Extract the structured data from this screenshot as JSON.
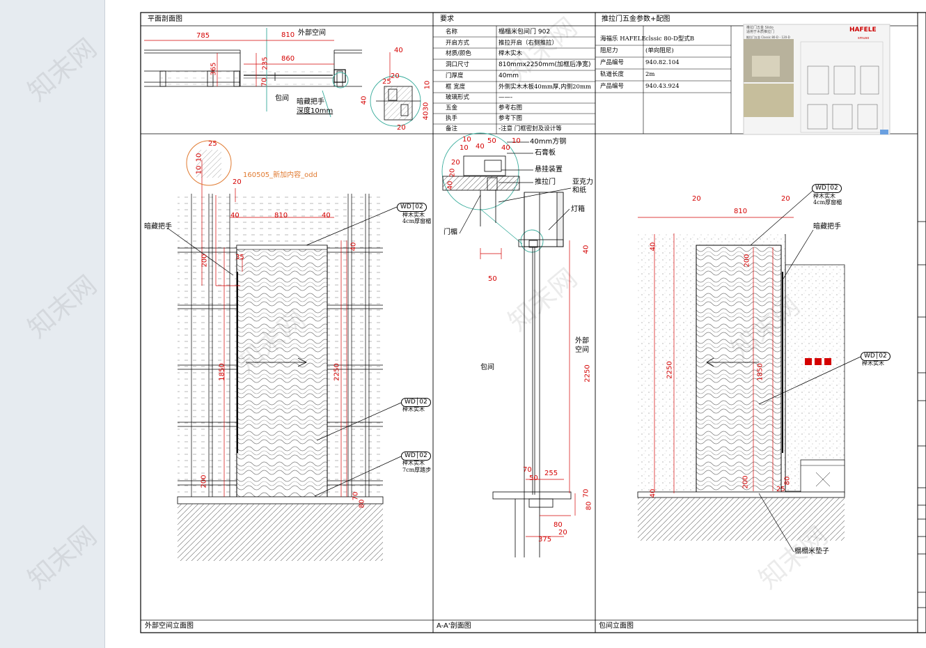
{
  "watermark": "知末网",
  "panels": {
    "plan_section": "平面剖面图",
    "requirements": "要求",
    "hardware": "推拉门五金参数+配图",
    "outside_elevation": "外部空间立面图",
    "section": "A-A'剖面图",
    "room_elevation": "包间立面图"
  },
  "requirements_table": [
    {
      "label": "名称",
      "value": "榻榻米包间门 902"
    },
    {
      "label": "开启方式",
      "value": "推拉开启（右侧推拉）"
    },
    {
      "label": "材质/颜色",
      "value": "榉木实木"
    },
    {
      "label": "洞口尺寸",
      "value": "810mmx2250mm(加框后净宽)"
    },
    {
      "label": "门厚度",
      "value": "40mm"
    },
    {
      "label": "框 宽度",
      "value": "外侧实木木板40mm厚,内侧20mm"
    },
    {
      "label": "玻璃形式",
      "value": "——-"
    },
    {
      "label": "五金",
      "value": "参考右图"
    },
    {
      "label": "执手",
      "value": "参考下图"
    },
    {
      "label": "备注",
      "value": "-注意 门框密封及设计等"
    }
  ],
  "hardware_table": [
    {
      "label": "海福乐 HAFELE",
      "value": "clssic 80-D型式B"
    },
    {
      "label": "阻尼力",
      "value": "(单向阻尼)"
    },
    {
      "label": "产品编号",
      "value": "940.82.104"
    },
    {
      "label": "轨道长度",
      "value": "2m"
    },
    {
      "label": "产品编号",
      "value": "940.43.924"
    }
  ],
  "brochure": {
    "brand": "HAFELE",
    "line1": "推拉门五金 Slido",
    "line2": "适用于木质推拉门",
    "line3": "推拉门五金 Classic 80-D – 120-D",
    "sub_brand": "smuso"
  },
  "plan": {
    "outside": "外部空间",
    "room": "包间",
    "hidden_handle": "暗藏把手",
    "depth": "深度10mm",
    "dims": [
      "785",
      "810",
      "860",
      "365",
      "235",
      "70",
      "40",
      "20",
      "25",
      "40",
      "30",
      "40",
      "20",
      "10"
    ]
  },
  "outside_elev": {
    "hidden_handle": "暗藏把手",
    "note": "160505_新加内容_odd",
    "detail_dims": [
      "25",
      "10",
      "10",
      "20"
    ],
    "dims": [
      "20",
      "40",
      "810",
      "40",
      "40",
      "200",
      "35",
      "1850",
      "2250",
      "200",
      "70",
      "80"
    ],
    "tags": [
      {
        "code": "WD",
        "num": "02",
        "desc1": "榉木实木",
        "desc2": "4cm厚窗楣"
      },
      {
        "code": "WD",
        "num": "02",
        "desc1": "榉木实木",
        "desc2": ""
      },
      {
        "code": "WD",
        "num": "02",
        "desc1": "榉木实木",
        "desc2": "7cm厚踏步"
      }
    ]
  },
  "section": {
    "steel": "40mm方钢",
    "gypsum": "石膏板",
    "hanger": "悬挂装置",
    "sliding_door": "推拉门",
    "acrylic": "亚克力",
    "paper": "和纸",
    "lightbox": "灯箱",
    "lintel": "门楣",
    "outside1": "外部",
    "outside2": "空间",
    "room": "包间",
    "dims": [
      "10",
      "10",
      "40",
      "50",
      "10",
      "40",
      "20",
      "20",
      "40",
      "40",
      "50",
      "2250",
      "70",
      "50",
      "255",
      "70",
      "80",
      "80",
      "20",
      "375"
    ]
  },
  "room_elev": {
    "hidden_handle": "暗藏把手",
    "mat": "榻榻米垫子",
    "dims": [
      "20",
      "810",
      "20",
      "40",
      "200",
      "2250",
      "1850",
      "200",
      "80",
      "25",
      "40"
    ],
    "tags": [
      {
        "code": "WD",
        "num": "02",
        "desc1": "榉木实木",
        "desc2": "4cm厚窗楣"
      },
      {
        "code": "WD",
        "num": "02",
        "desc1": "榉木实木",
        "desc2": ""
      }
    ]
  }
}
